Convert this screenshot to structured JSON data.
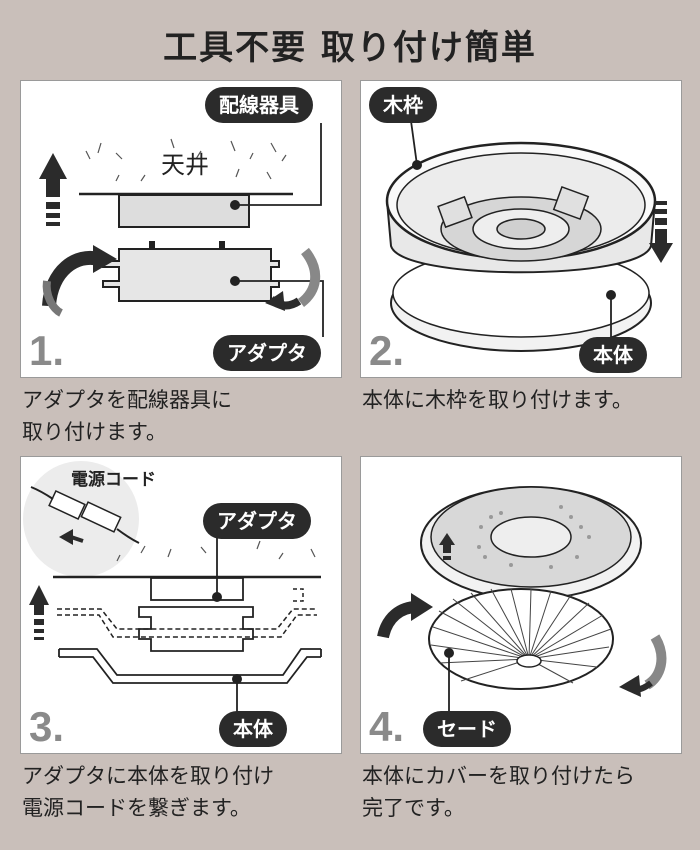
{
  "title": "工具不要 取り付け簡単",
  "panels": [
    {
      "number": "1.",
      "label_top": "配線器具",
      "label_bottom": "アダプタ",
      "ceiling": "天井",
      "caption_line1": "アダプタを配線器具に",
      "caption_line2": "取り付けます。"
    },
    {
      "number": "2.",
      "label_top": "木枠",
      "label_bottom": "本体",
      "caption_line1": "本体に木枠を取り付けます。"
    },
    {
      "number": "3.",
      "label_cord": "電源コード",
      "label_adapter": "アダプタ",
      "label_bottom": "本体",
      "caption_line1": "アダプタに本体を取り付け",
      "caption_line2": "電源コードを繋ぎます。"
    },
    {
      "number": "4.",
      "label_bottom": "セード",
      "caption_line1": "本体にカバーを取り付けたら",
      "caption_line2": "完了です。"
    }
  ]
}
